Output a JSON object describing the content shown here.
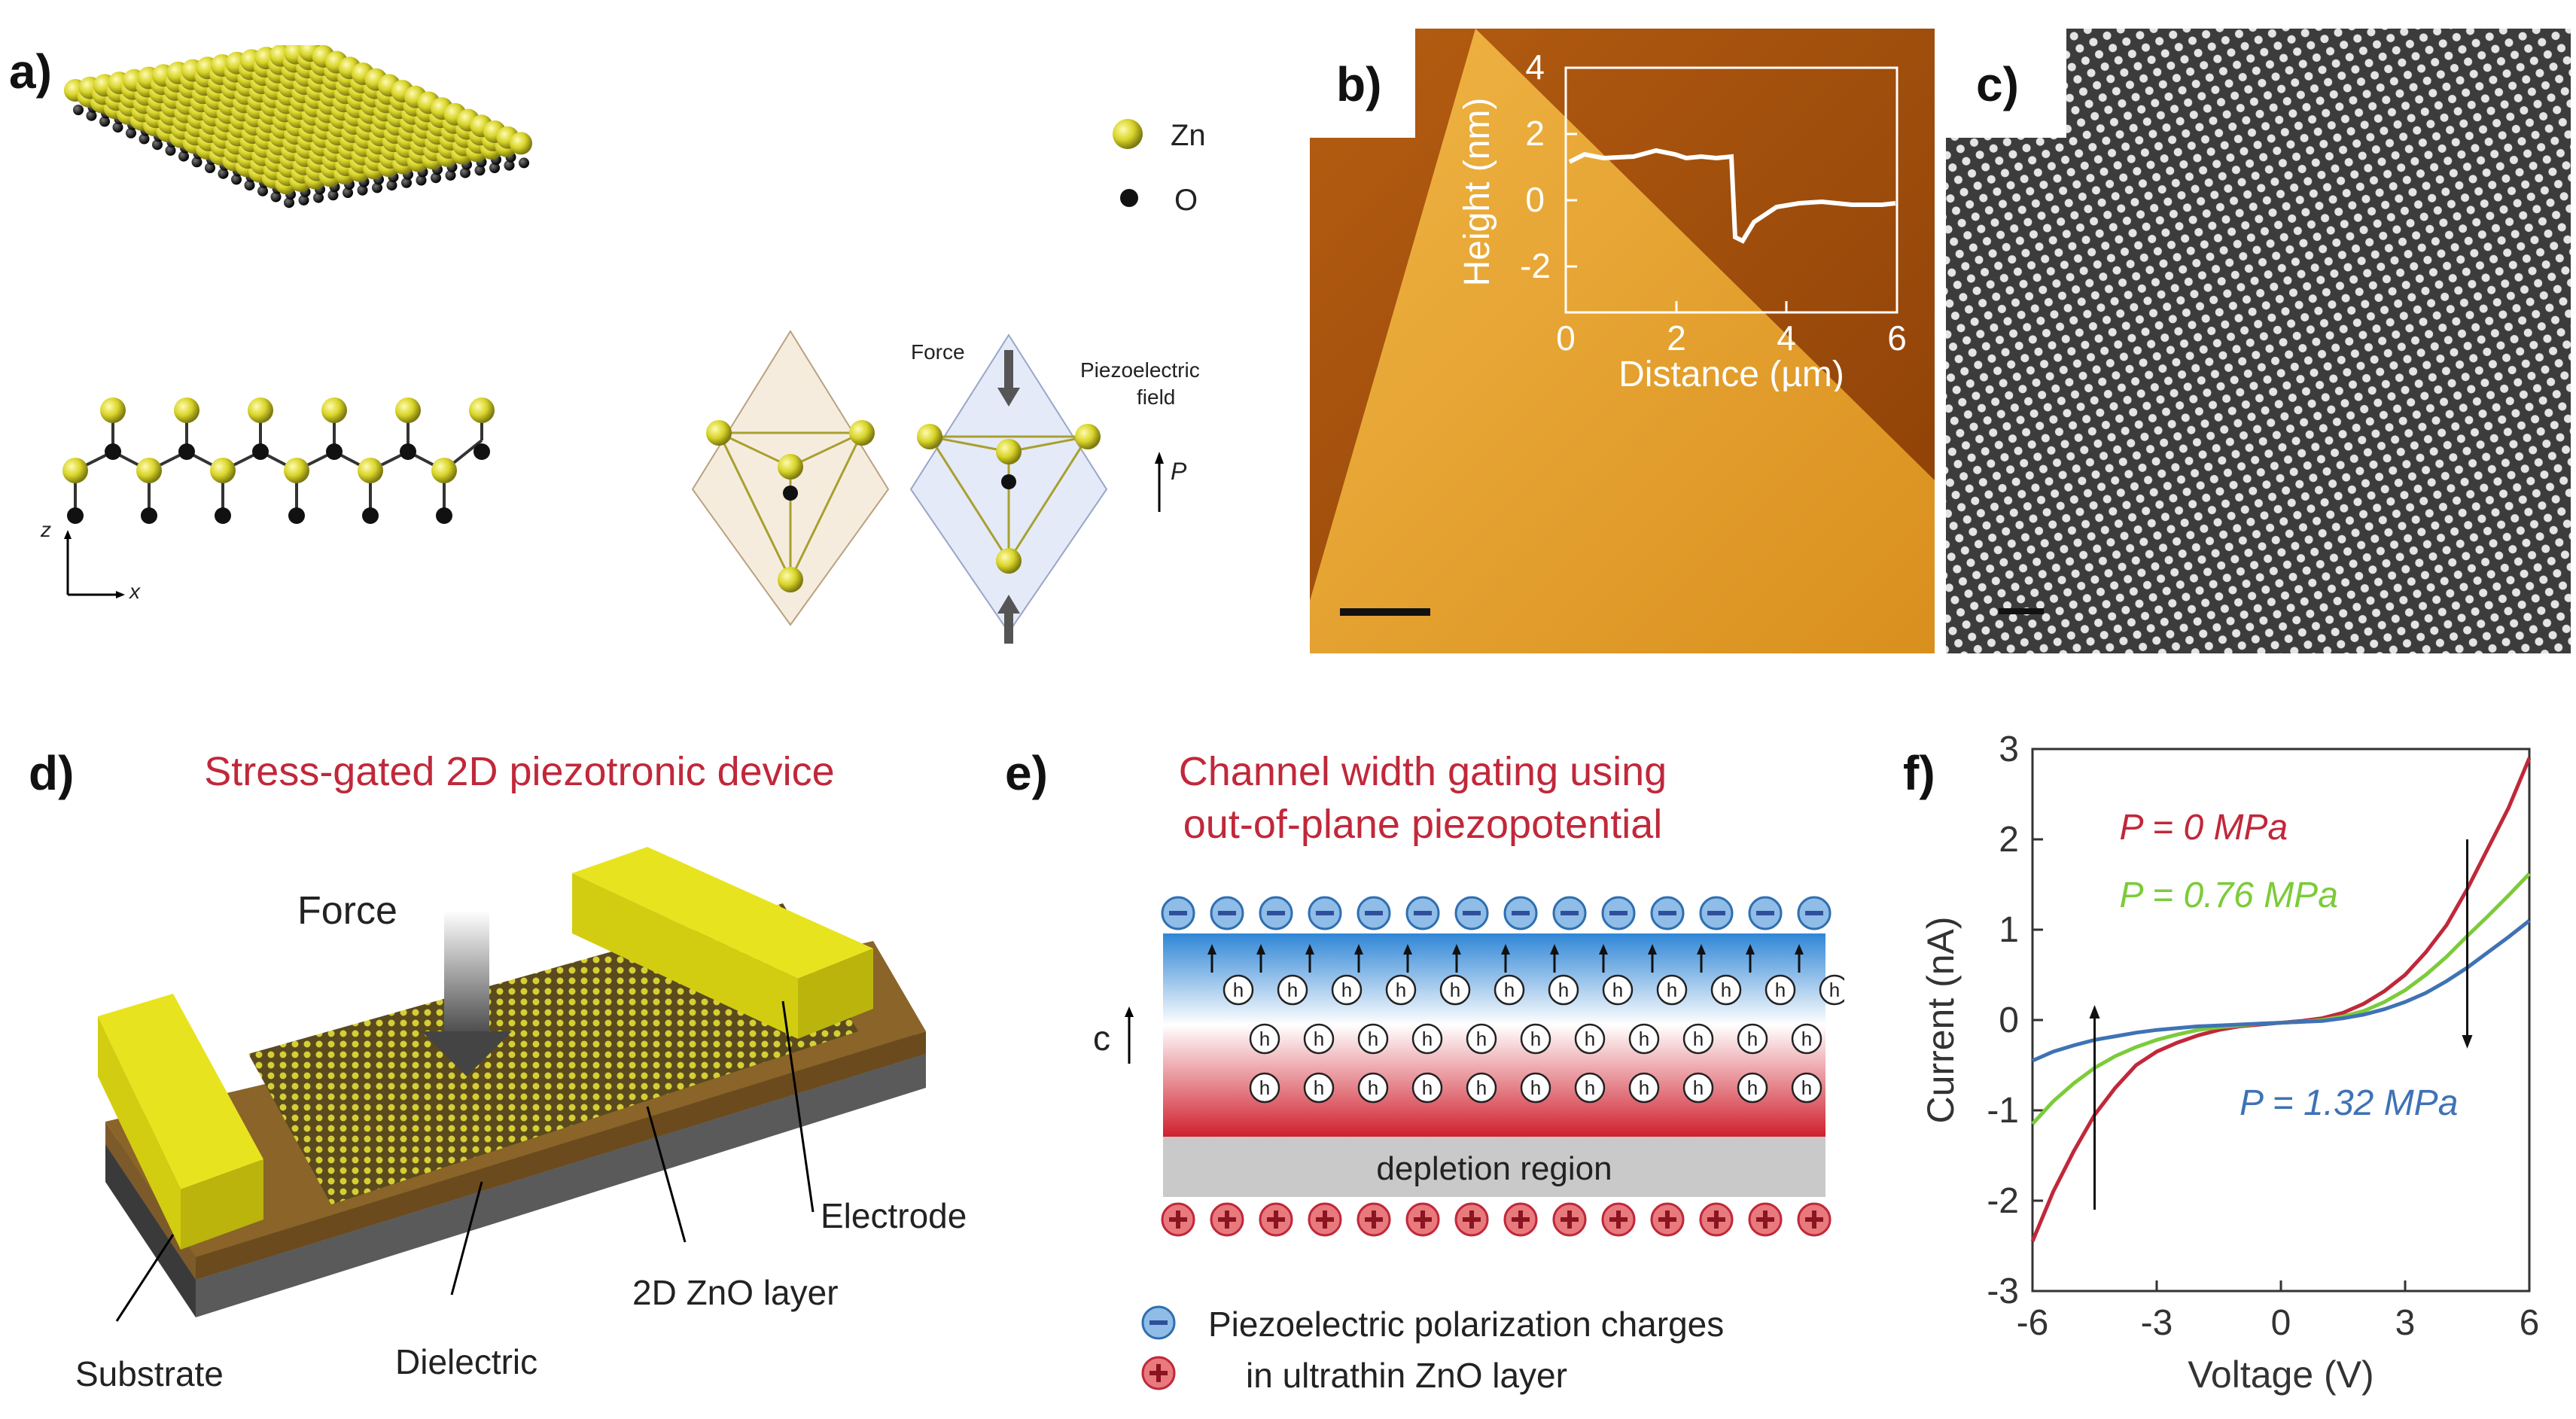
{
  "panels": {
    "a": {
      "letter": "a)",
      "legend": [
        {
          "label": "Zn",
          "color": "#d8d428"
        },
        {
          "label": "O",
          "color": "#111111"
        }
      ],
      "axis_z": "z",
      "axis_x": "x",
      "force_label": "Force",
      "field_label_1": "Piezoelectric",
      "field_label_2": "field",
      "p_label": "P"
    },
    "b": {
      "letter": "b)",
      "inset": {
        "ylabel": "Height (nm)",
        "xlabel": "Distance (µm)",
        "yticks": [
          "4",
          "2",
          "0",
          "-2"
        ],
        "xticks": [
          "0",
          "2",
          "4",
          "6"
        ]
      }
    },
    "c": {
      "letter": "c)"
    },
    "d": {
      "letter": "d)",
      "title": "Stress-gated 2D piezotronic device",
      "force": "Force",
      "labels": {
        "electrode": "Electrode",
        "zno": "2D ZnO layer",
        "dielectric": "Dielectric",
        "substrate": "Substrate"
      }
    },
    "e": {
      "letter": "e)",
      "title_1": "Channel width gating using",
      "title_2": "out-of-plane piezopotential",
      "c_label": "c",
      "depletion": "depletion region",
      "hole_symbol": "h",
      "minus_symbol": "−",
      "plus_symbol": "+",
      "legend_minus": "Piezoelectric polarization charges",
      "legend_plus": "in ultrathin ZnO layer"
    },
    "f": {
      "letter": "f)"
    }
  },
  "chart_data": {
    "type": "line",
    "xlabel": "Voltage (V)",
    "ylabel": "Current (nA)",
    "xlim": [
      -6,
      6
    ],
    "ylim": [
      -3,
      3
    ],
    "xticks": [
      -6,
      -3,
      0,
      3,
      6
    ],
    "yticks": [
      3,
      2,
      1,
      0,
      -1,
      -2,
      -3
    ],
    "series": [
      {
        "name": "P = 0 MPa",
        "color": "#c0283a",
        "x": [
          -6,
          -5.5,
          -5,
          -4.5,
          -4,
          -3.5,
          -3,
          -2.5,
          -2,
          -1.5,
          -1,
          -0.5,
          0,
          0.5,
          1,
          1.5,
          2,
          2.5,
          3,
          3.5,
          4,
          4.5,
          5,
          5.5,
          6
        ],
        "y": [
          -2.45,
          -1.9,
          -1.45,
          -1.05,
          -0.75,
          -0.5,
          -0.35,
          -0.25,
          -0.17,
          -0.11,
          -0.07,
          -0.05,
          -0.03,
          -0.01,
          0.02,
          0.08,
          0.18,
          0.32,
          0.5,
          0.75,
          1.05,
          1.45,
          1.9,
          2.35,
          2.9
        ]
      },
      {
        "name": "P = 0.76 MPa",
        "color": "#7ccb3a",
        "x": [
          -6,
          -5.5,
          -5,
          -4.5,
          -4,
          -3.5,
          -3,
          -2.5,
          -2,
          -1.5,
          -1,
          -0.5,
          0,
          0.5,
          1,
          1.5,
          2,
          2.5,
          3,
          3.5,
          4,
          4.5,
          5,
          5.5,
          6
        ],
        "y": [
          -1.15,
          -0.9,
          -0.7,
          -0.53,
          -0.4,
          -0.3,
          -0.22,
          -0.16,
          -0.11,
          -0.08,
          -0.06,
          -0.04,
          -0.03,
          -0.02,
          0.0,
          0.04,
          0.1,
          0.2,
          0.33,
          0.5,
          0.7,
          0.93,
          1.15,
          1.38,
          1.62
        ]
      },
      {
        "name": "P = 1.32 MPa",
        "color": "#3f72b5",
        "x": [
          -6,
          -5.5,
          -5,
          -4.5,
          -4,
          -3.5,
          -3,
          -2.5,
          -2,
          -1.5,
          -1,
          -0.5,
          0,
          0.5,
          1,
          1.5,
          2,
          2.5,
          3,
          3.5,
          4,
          4.5,
          5,
          5.5,
          6
        ],
        "y": [
          -0.45,
          -0.35,
          -0.28,
          -0.22,
          -0.18,
          -0.14,
          -0.11,
          -0.09,
          -0.07,
          -0.06,
          -0.05,
          -0.04,
          -0.03,
          -0.02,
          -0.01,
          0.02,
          0.06,
          0.12,
          0.2,
          0.3,
          0.43,
          0.58,
          0.75,
          0.92,
          1.1
        ]
      }
    ]
  }
}
